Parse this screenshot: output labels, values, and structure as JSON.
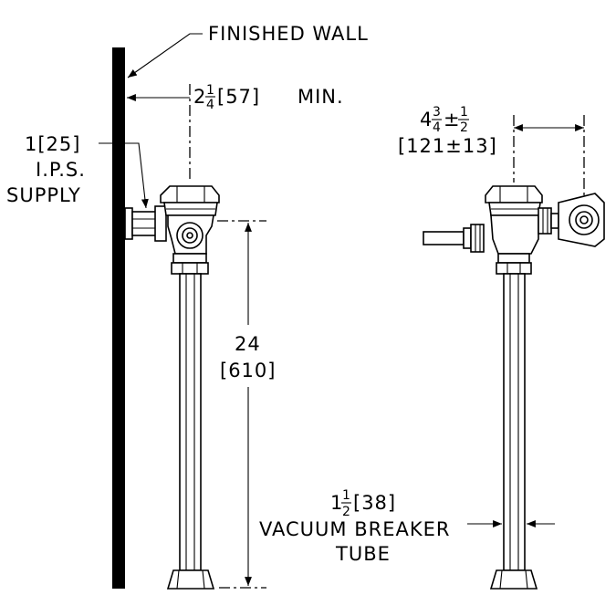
{
  "labels": {
    "finished_wall": "FINISHED WALL",
    "wall_offset_whole": "2",
    "wall_offset_num": "1",
    "wall_offset_den": "4",
    "wall_offset_metric": "[57]",
    "wall_offset_suffix": "MIN.",
    "supply_size": "1[25]",
    "supply_ips": "I.P.S.",
    "supply_word": "SUPPLY",
    "height_in": "24",
    "height_mm": "[610]",
    "outlet_whole": "4",
    "outlet_num": "3",
    "outlet_den": "4",
    "outlet_pm": "±",
    "outlet_tol_num": "1",
    "outlet_tol_den": "2",
    "outlet_metric": "[121±13]",
    "tube_whole": "1",
    "tube_num": "1",
    "tube_den": "2",
    "tube_metric": "[38]",
    "tube_line1": "VACUUM BREAKER",
    "tube_line2": "TUBE"
  }
}
